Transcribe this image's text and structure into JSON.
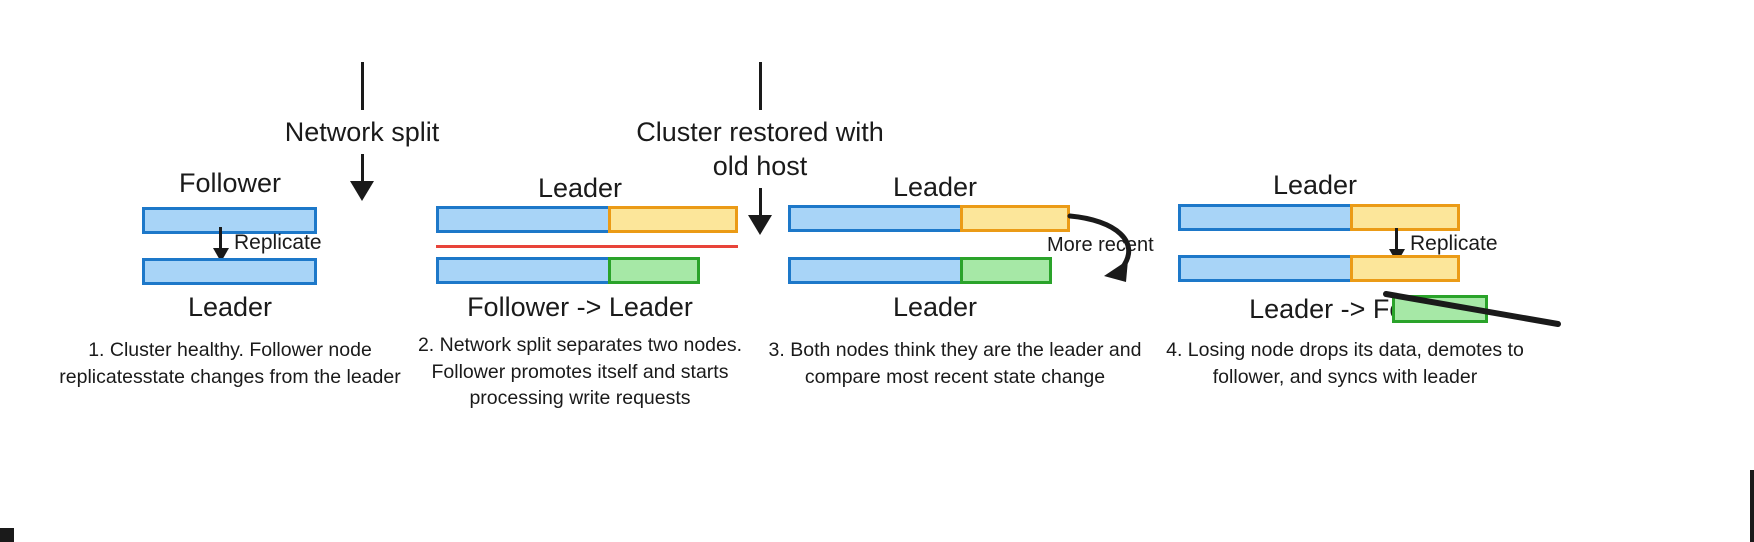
{
  "diagram": {
    "title_transitions": [
      {
        "label": "Network split"
      },
      {
        "label": "Cluster restored with\nold host"
      }
    ],
    "panels": [
      {
        "id": "panel-1",
        "top_label": "Follower",
        "bottom_label": "Leader",
        "caption": "1. Cluster healthy. Follower node replicatesstate changes from the leader",
        "arrow_label": "Replicate",
        "nodes": [
          {
            "name": "top-node",
            "segments": [
              {
                "color": "blue",
                "width": 175
              }
            ]
          },
          {
            "name": "bottom-node",
            "segments": [
              {
                "color": "blue",
                "width": 175
              }
            ]
          }
        ]
      },
      {
        "id": "panel-2",
        "top_label": "Leader",
        "bottom_label": "Follower -> Leader",
        "caption": "2. Network split separates two nodes. Follower promotes itself and starts processing write requests",
        "nodes": [
          {
            "name": "top-node",
            "segments": [
              {
                "color": "blue",
                "width": 175
              },
              {
                "color": "yellow",
                "width": 130
              }
            ]
          },
          {
            "name": "bottom-node",
            "segments": [
              {
                "color": "blue",
                "width": 175
              },
              {
                "color": "green",
                "width": 92
              }
            ]
          }
        ]
      },
      {
        "id": "panel-3",
        "top_label": "Leader",
        "bottom_label": "Leader",
        "caption": "3. Both nodes think they are the leader and compare most recent state change",
        "annotation": "More recent",
        "nodes": [
          {
            "name": "top-node",
            "segments": [
              {
                "color": "blue",
                "width": 175
              },
              {
                "color": "yellow",
                "width": 110
              }
            ]
          },
          {
            "name": "bottom-node",
            "segments": [
              {
                "color": "blue",
                "width": 175
              },
              {
                "color": "green",
                "width": 92
              }
            ]
          }
        ]
      },
      {
        "id": "panel-4",
        "top_label": "Leader",
        "bottom_label": "Leader -> Follower",
        "caption": "4. Losing node drops its data, demotes to follower, and syncs with leader",
        "arrow_label": "Replicate",
        "nodes": [
          {
            "name": "top-node",
            "segments": [
              {
                "color": "blue",
                "width": 175
              },
              {
                "color": "yellow",
                "width": 110
              }
            ]
          },
          {
            "name": "bottom-node",
            "segments": [
              {
                "color": "blue",
                "width": 175
              },
              {
                "color": "yellow",
                "width": 110
              }
            ]
          }
        ],
        "dropped_data_box": {
          "color": "green"
        }
      }
    ],
    "colors": {
      "blue_fill": "#a8d4f7",
      "blue_stroke": "#1d78c9",
      "yellow_fill": "#fce69a",
      "yellow_stroke": "#eb9b16",
      "green_fill": "#a6e8a6",
      "green_stroke": "#2aa32a",
      "split_red": "#e8443a",
      "ink": "#1a1a1a",
      "background": "#ffffff"
    }
  }
}
